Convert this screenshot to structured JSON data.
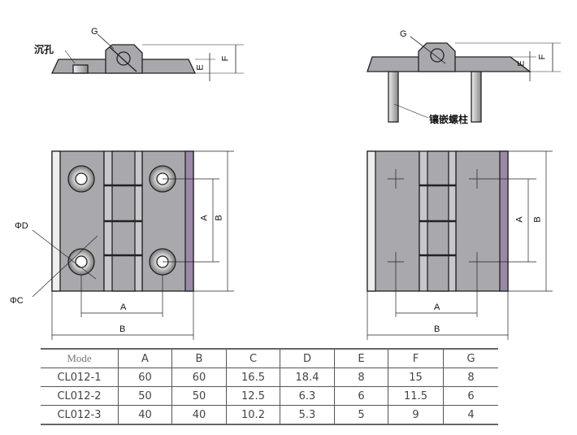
{
  "labels": {
    "countersink": "沉孔",
    "embedded_stud": "镶嵌螺柱",
    "G": "G",
    "E": "E",
    "F": "F",
    "A": "A",
    "B": "B",
    "phi_d": "ΦD",
    "phi_c": "ΦC"
  },
  "table": {
    "headers": [
      "Mode",
      "A",
      "B",
      "C",
      "D",
      "E",
      "F",
      "G"
    ],
    "rows": [
      [
        "CL012-1",
        "60",
        "60",
        "16.5",
        "18.4",
        "8",
        "15",
        "8"
      ],
      [
        "CL012-2",
        "50",
        "50",
        "12.5",
        "6.3",
        "6",
        "11.5",
        "6"
      ],
      [
        "CL012-3",
        "40",
        "40",
        "10.2",
        "5.3",
        "5",
        "9",
        "4"
      ]
    ]
  },
  "colors": {
    "metal": "#a8a8ac",
    "edge": "#222",
    "accent": "#9a8aa8"
  }
}
